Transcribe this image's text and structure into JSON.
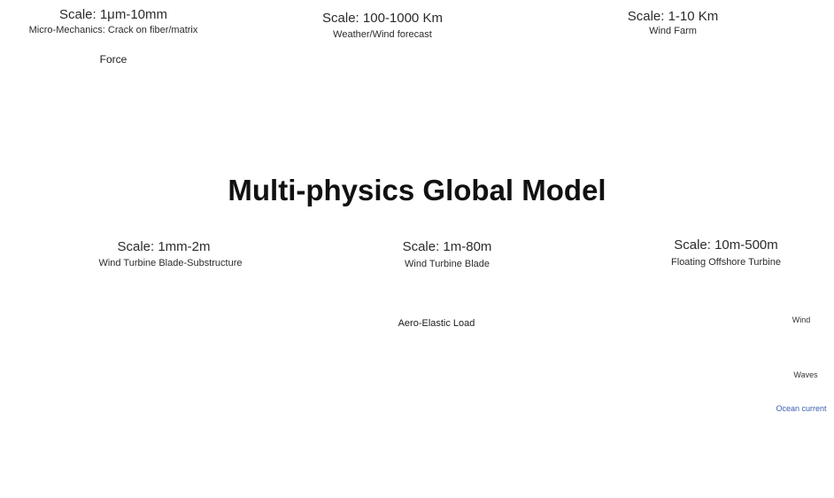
{
  "title": "Multi-physics Global Model",
  "nodes": {
    "micro": {
      "scale": "Scale: 1μm-10mm",
      "desc": "Micro-Mechanics: Crack on fiber/matrix",
      "force": "Force"
    },
    "weather": {
      "scale": "Scale: 100-1000 Km",
      "desc": "Weather/Wind forecast"
    },
    "farm": {
      "scale": "Scale: 1-10 Km",
      "desc": "Wind Farm"
    },
    "floating": {
      "scale": "Scale: 10m-500m",
      "desc": "Floating Offshore Turbine",
      "wind": "Wind",
      "waves": "Waves",
      "current": "Ocean current"
    },
    "blade": {
      "scale": "Scale: 1m-80m",
      "desc": "Wind Turbine Blade",
      "load": "Aero-Elastic Load"
    },
    "substructure": {
      "scale": "Scale: 1mm-2m",
      "desc": "Wind Turbine Blade-Substructure"
    }
  },
  "colors": {
    "arrow": "#111111",
    "ocean": "#b9dcef",
    "current": "#3a5fb0",
    "map_green": "#3c9a3c",
    "map_yellow": "#e6e62a"
  }
}
